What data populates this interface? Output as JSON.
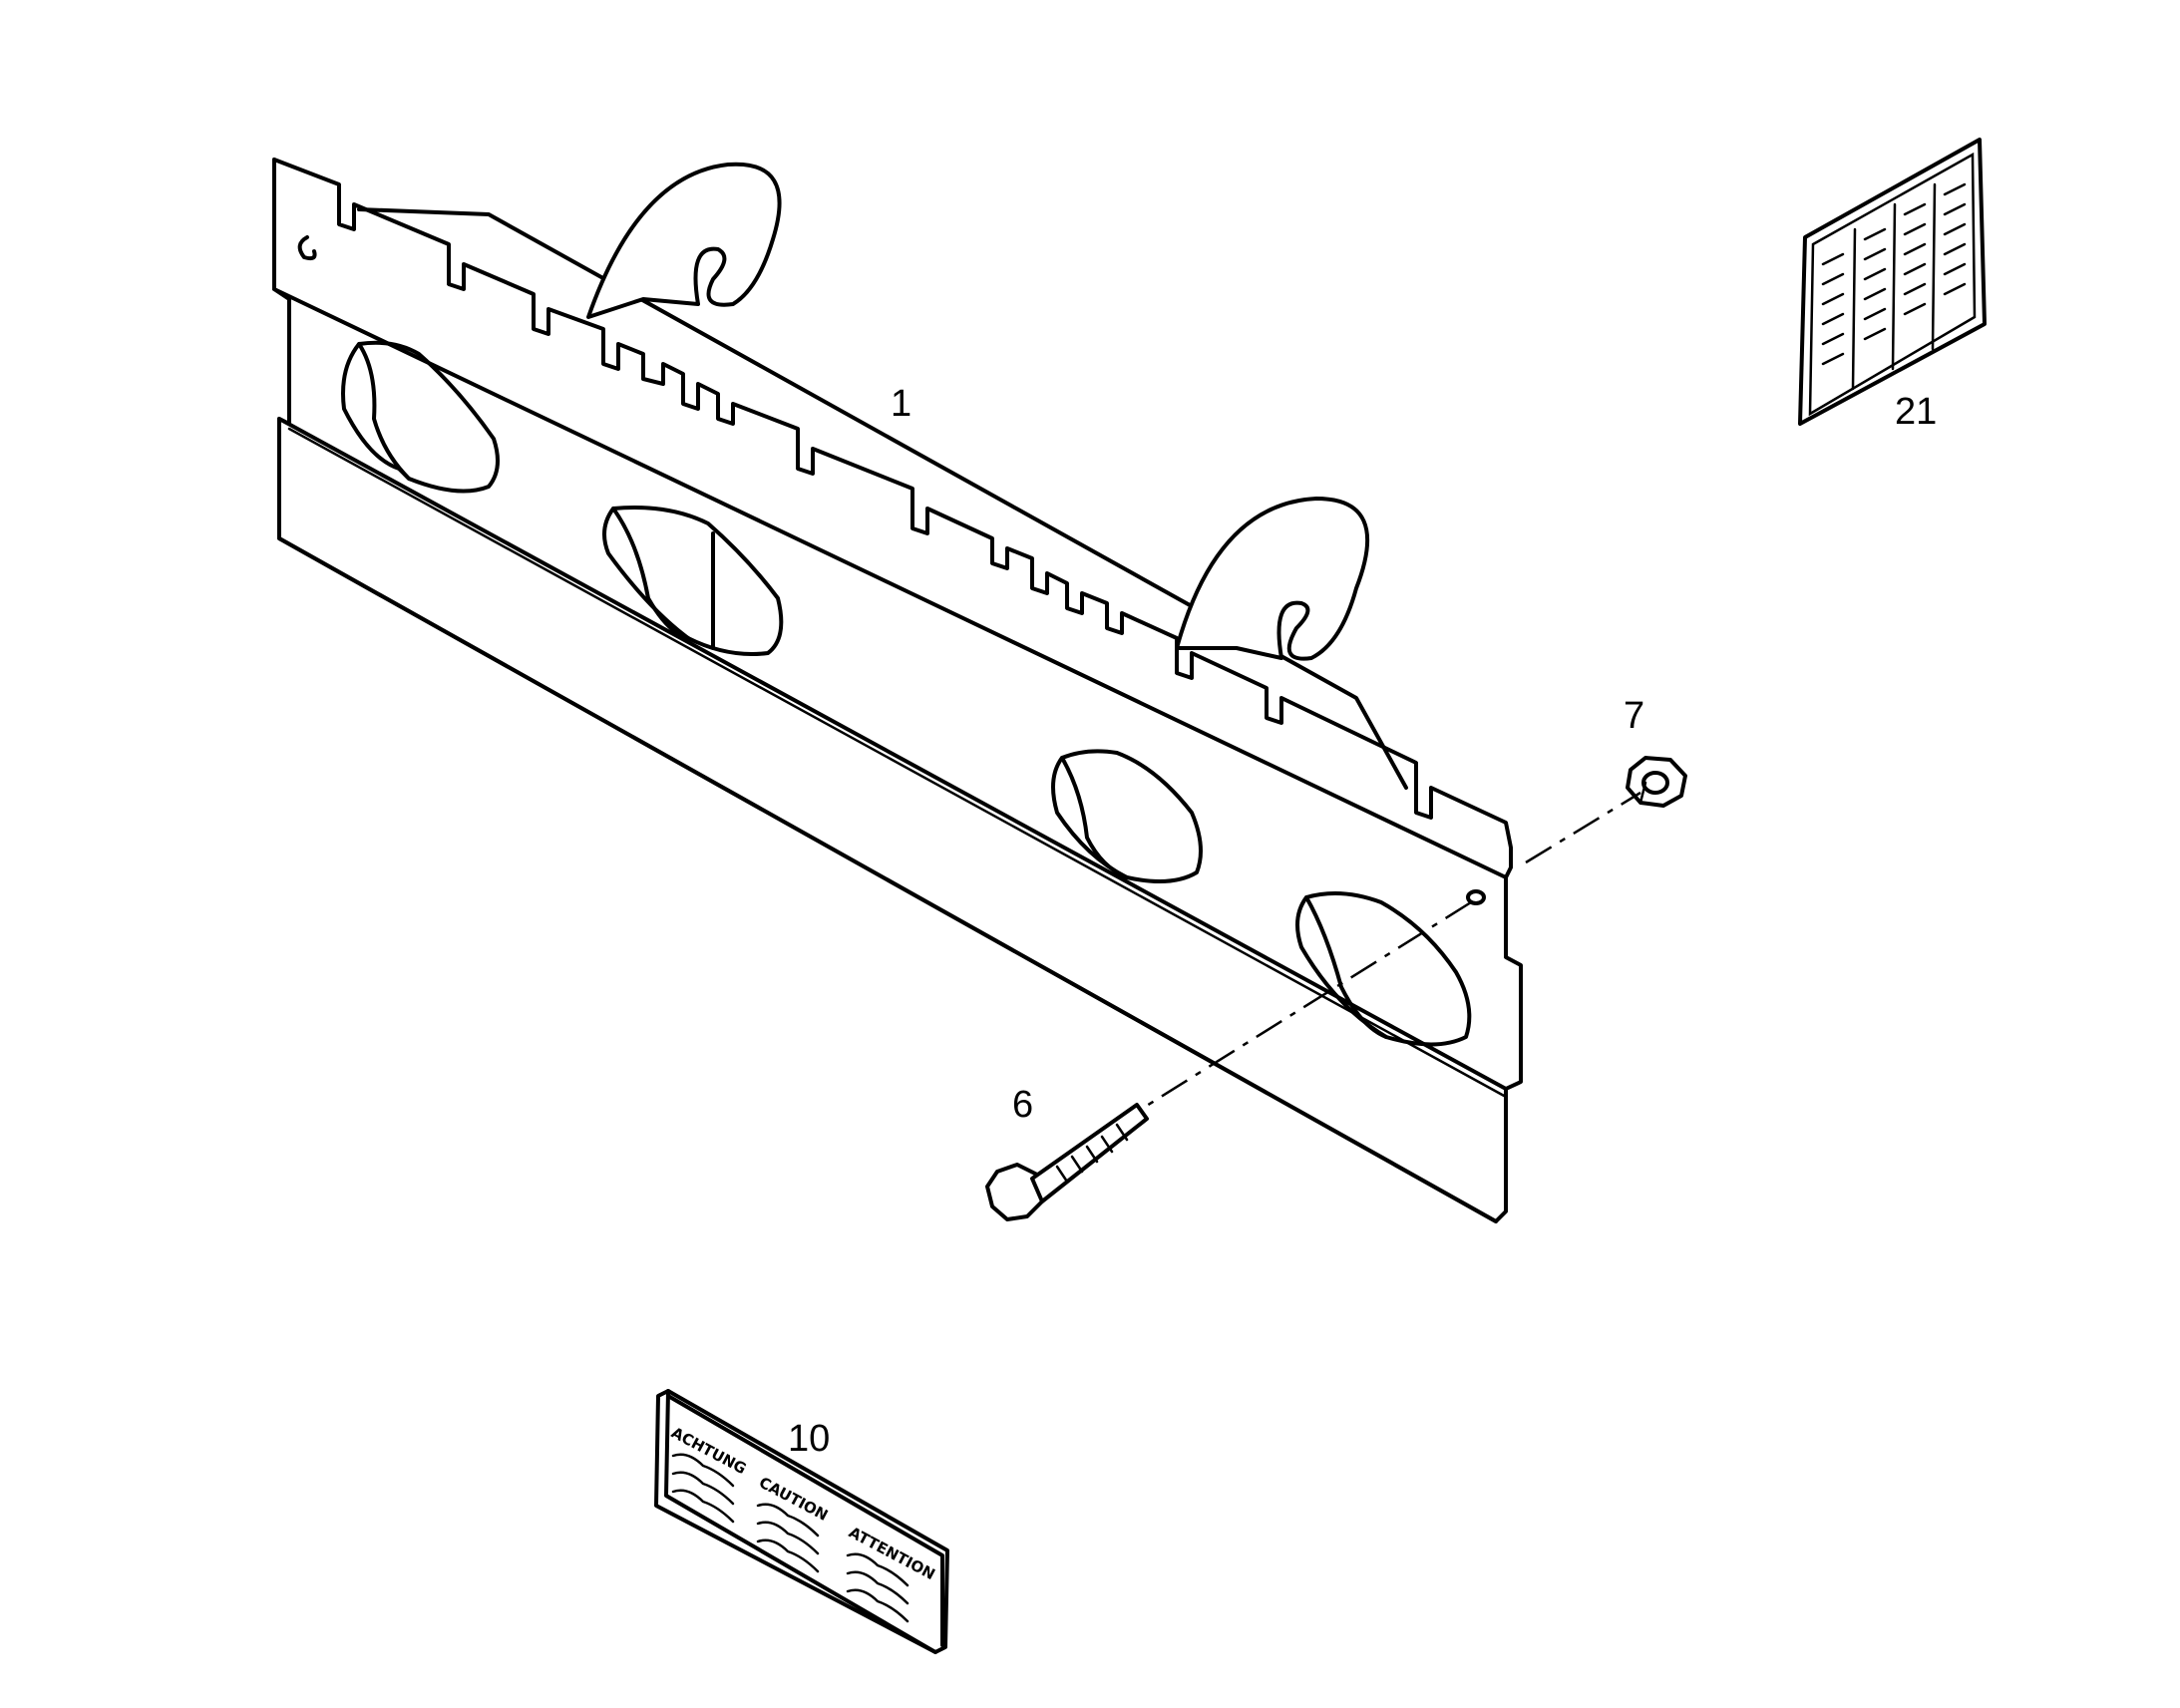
{
  "callouts": {
    "part_1": "1",
    "part_6": "6",
    "part_7": "7",
    "part_10": "10",
    "part_21": "21"
  },
  "warning_label": {
    "word_1": "ACHTUNG",
    "word_2": "CAUTION",
    "word_3": "ATTENTION"
  },
  "colors": {
    "line": "#000000",
    "background": "#ffffff"
  }
}
